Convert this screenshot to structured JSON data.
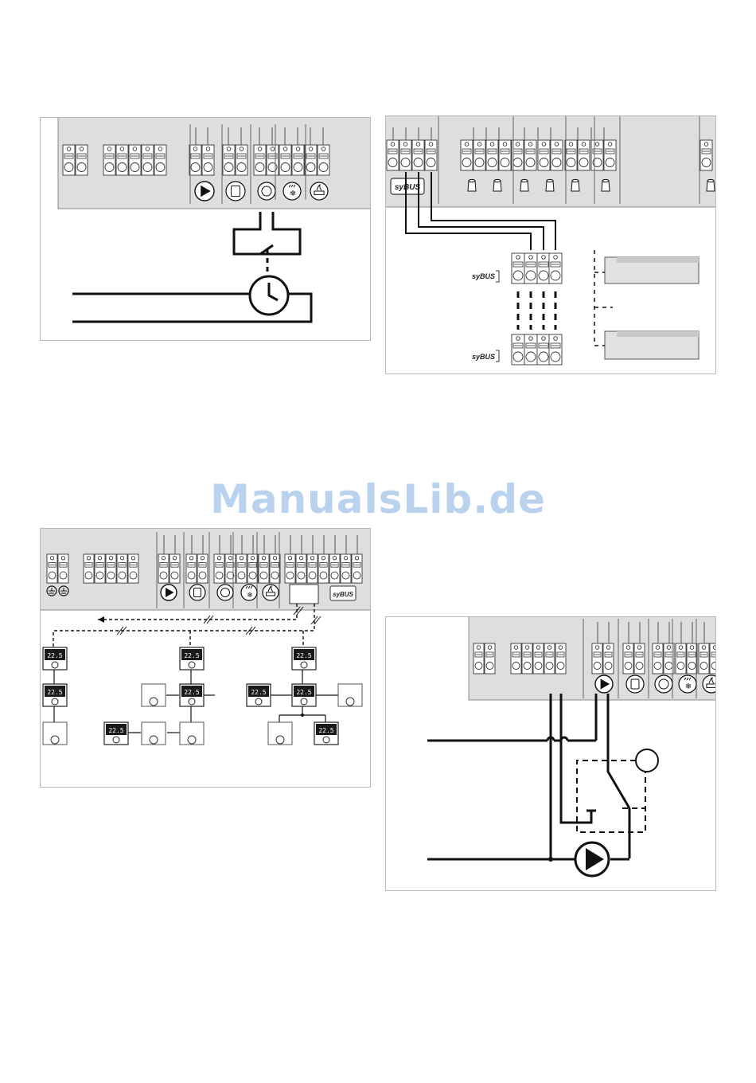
{
  "watermark": {
    "text": "ManualsLib.de"
  },
  "labels": {
    "sybus_strip": "syBUS",
    "sybus_left_top": "syBUS",
    "sybus_left_bottom": "syBUS",
    "sybus_strip_3": "syBUS",
    "display_reading": "22.5"
  },
  "icons": {
    "pump": "pump-icon",
    "tank": "tank-icon",
    "clock": "clock-icon",
    "heater": "heater-icon",
    "burner": "burner-icon",
    "sensor": "sensor-icon",
    "ground": "ground-icon",
    "switch": "switch-icon",
    "room_unit": "room-unit-icon"
  },
  "colors": {
    "strip_fill": "#dedede",
    "line": "#111111",
    "panel_border": "#b9b9b9",
    "watermark": "#b9d2ee"
  }
}
